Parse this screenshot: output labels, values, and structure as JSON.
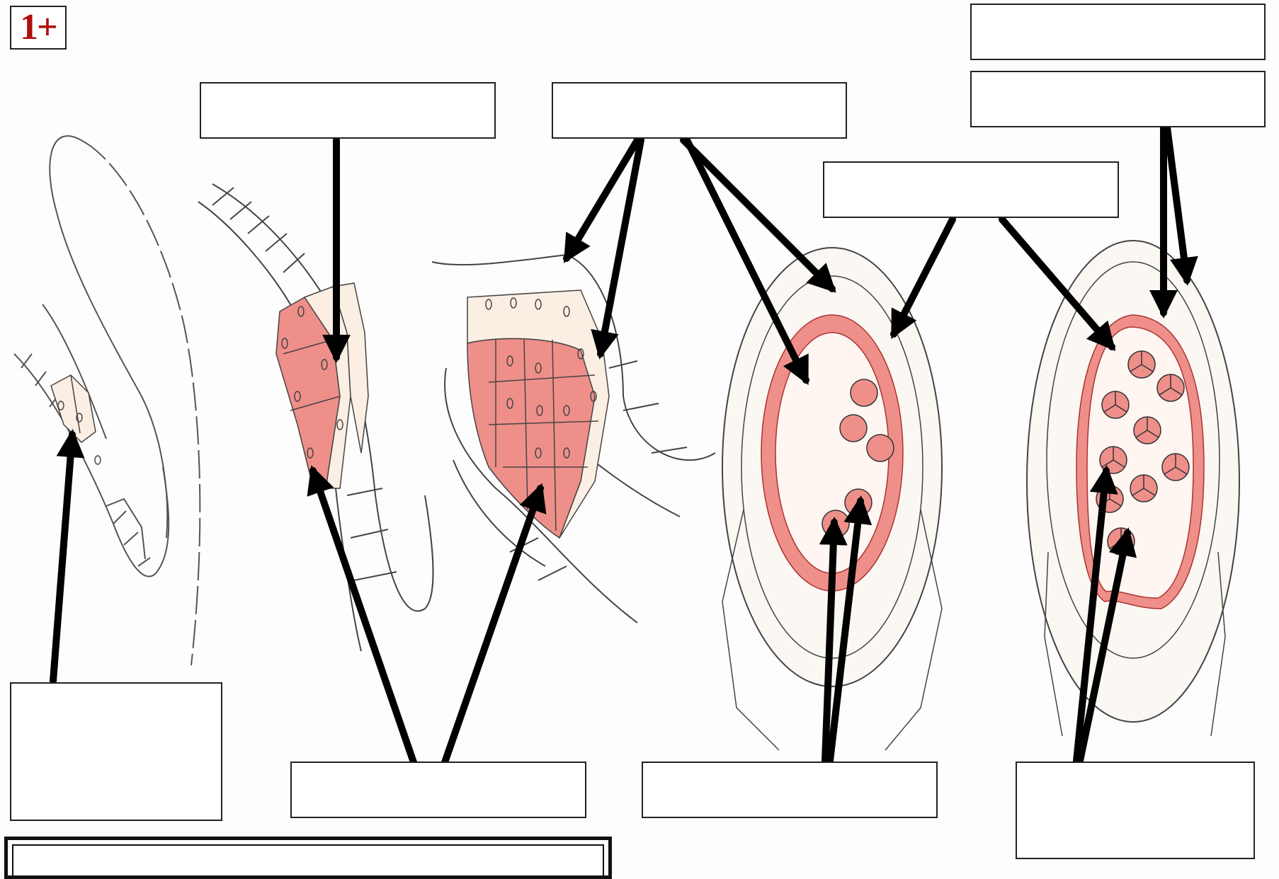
{
  "badge": {
    "text": "1+"
  },
  "colors": {
    "tissue_highlight": "#ef8f8a",
    "tissue_pale": "#fbeee3",
    "cell_wall": "#333333",
    "arrow": "#000000",
    "badge_text": "#b00d0d"
  },
  "stages": [
    {
      "id": "stage-1",
      "description_icon": "archesporial-cell-icon"
    },
    {
      "id": "stage-2",
      "description_icon": "primary-parietal-layer-icon"
    },
    {
      "id": "stage-3",
      "description_icon": "sporogenous-tissue-icon"
    },
    {
      "id": "stage-4",
      "description_icon": "microspore-mother-cell-icon"
    },
    {
      "id": "stage-5",
      "description_icon": "pollen-tetrad-icon"
    }
  ],
  "labels": {
    "top_right_upper": "",
    "top_right_lower": "",
    "top_left": "",
    "top_middle": "",
    "middle_right": "",
    "bottom_left": "",
    "bottom_middle_left": "",
    "bottom_middle_right": "",
    "bottom_right": ""
  }
}
